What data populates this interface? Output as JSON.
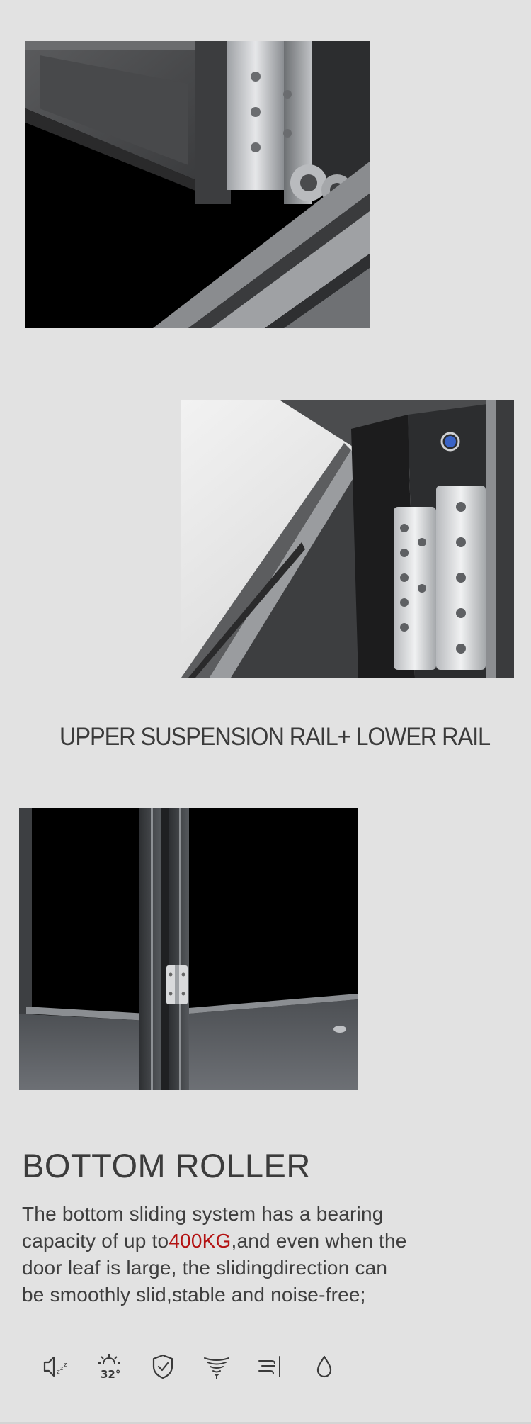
{
  "sections": {
    "rail": {
      "heading": "UPPER SUSPENSION RAIL+ LOWER RAIL"
    },
    "roller": {
      "heading": "BOTTOM ROLLER",
      "description_lines": [
        {
          "before": "The bottom sliding system has a bearing",
          "highlight": "",
          "after": ""
        },
        {
          "before": "capacity of up to",
          "highlight": "400KG",
          "after": ",and even when the"
        },
        {
          "before": "door leaf is large, the slidingdirection can",
          "highlight": "",
          "after": ""
        },
        {
          "before": "be smoothly slid,stable and noise-free;",
          "highlight": "",
          "after": ""
        }
      ]
    }
  },
  "feature_icons": [
    {
      "icon": "sound-insulation-icon"
    },
    {
      "icon": "heat-insulation-icon",
      "label": "32°"
    },
    {
      "icon": "safety-shield-icon"
    },
    {
      "icon": "wind-resistance-icon"
    },
    {
      "icon": "airtightness-icon"
    },
    {
      "icon": "waterproof-icon"
    }
  ],
  "colors": {
    "background": "#e2e2e2",
    "text": "#3c3c3c",
    "highlight": "#b31212",
    "frame": "#2b2c2e"
  }
}
